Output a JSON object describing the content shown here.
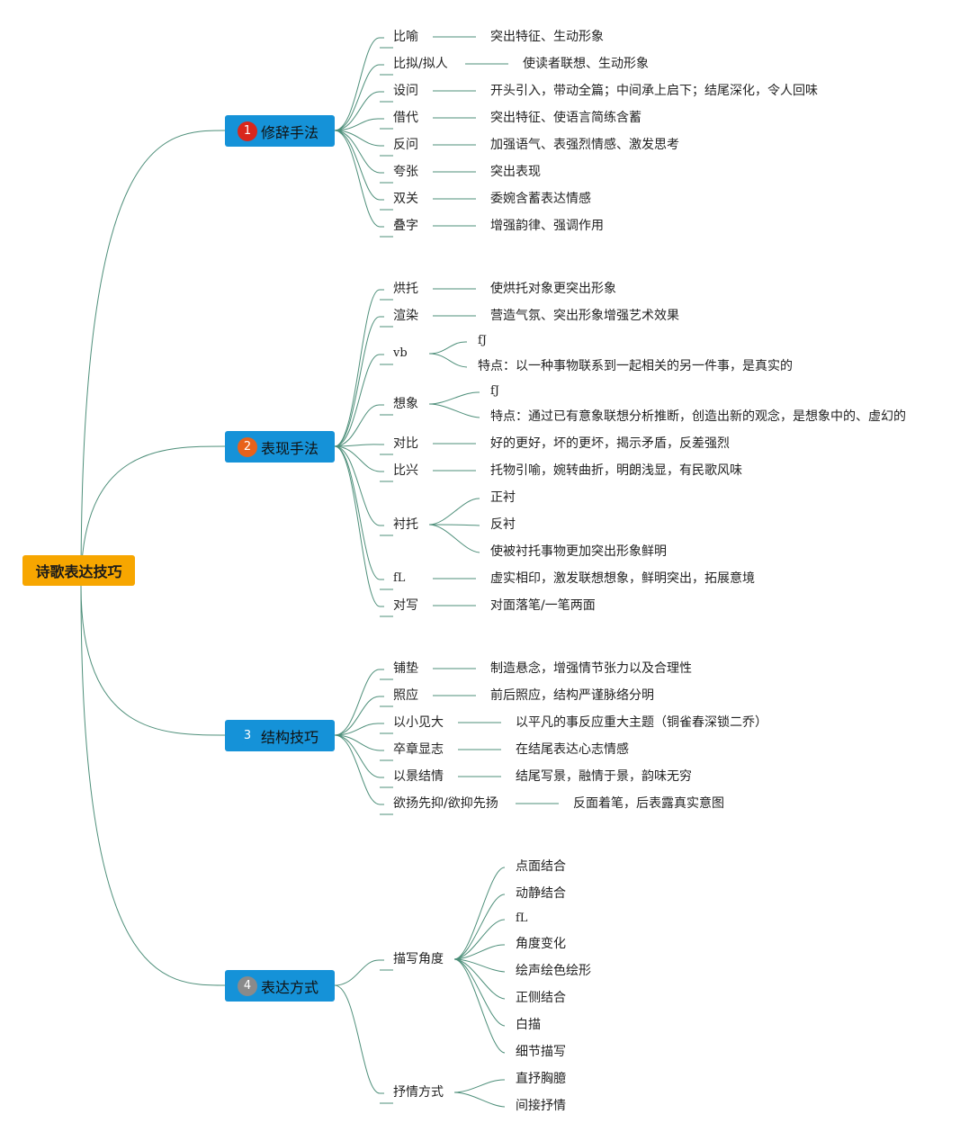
{
  "root": {
    "label": "诗歌表达技巧"
  },
  "branches": [
    {
      "label": "修辞手法",
      "badge": "1",
      "badge_color": "#d9261c",
      "items": [
        {
          "label": "比喻",
          "effect": "突出特征、生动形象"
        },
        {
          "label": "比拟/拟人",
          "effect": "使读者联想、生动形象"
        },
        {
          "label": "设问",
          "effect": "开头引入，带动全篇；中间承上启下；结尾深化，令人回味"
        },
        {
          "label": "借代",
          "effect": "突出特征、使语言简练含蓄"
        },
        {
          "label": "反问",
          "effect": "加强语气、表强烈情感、激发思考"
        },
        {
          "label": "夸张",
          "effect": "突出表现"
        },
        {
          "label": "双关",
          "effect": "委婉含蓄表达情感"
        },
        {
          "label": "叠字",
          "effect": "增强韵律、强调作用"
        }
      ]
    },
    {
      "label": "表现手法",
      "badge": "2",
      "badge_color": "#e8621a",
      "items": [
        {
          "label": "烘托",
          "effect": "使烘托对象更突出形象"
        },
        {
          "label": "渲染",
          "effect": "营造气氛、突出形象增强艺术效果"
        },
        {
          "label": "vb",
          "children": [
            "fJ",
            "特点：以一种事物联系到一起相关的另一件事，是真实的"
          ]
        },
        {
          "label": "想象",
          "children": [
            "fJ",
            "特点：通过已有意象联想分析推断，创造出新的观念，是想象中的、虚幻的"
          ]
        },
        {
          "label": "对比",
          "effect": "好的更好，坏的更坏，揭示矛盾，反差强烈"
        },
        {
          "label": "比兴",
          "effect": "托物引喻，婉转曲折，明朗浅显，有民歌风味"
        },
        {
          "label": "衬托",
          "children": [
            "正衬",
            "反衬",
            "使被衬托事物更加突出形象鲜明"
          ]
        },
        {
          "label": "fL",
          "effect": "虚实相印，激发联想想象，鲜明突出，拓展意境"
        },
        {
          "label": "对写",
          "effect": "对面落笔/一笔两面"
        }
      ]
    },
    {
      "label": "结构技巧",
      "badge": "3",
      "badge_color": "#1592d8",
      "items": [
        {
          "label": "铺垫",
          "effect": "制造悬念，增强情节张力以及合理性"
        },
        {
          "label": "照应",
          "effect": "前后照应，结构严谨脉络分明"
        },
        {
          "label": "以小见大",
          "effect": "以平凡的事反应重大主题（铜雀春深锁二乔）"
        },
        {
          "label": "卒章显志",
          "effect": "在结尾表达心志情感"
        },
        {
          "label": "以景结情",
          "effect": "结尾写景，融情于景，韵味无穷"
        },
        {
          "label": "欲扬先抑/欲抑先扬",
          "effect": "反面着笔，后表露真实意图"
        }
      ]
    },
    {
      "label": "表达方式",
      "badge": "4",
      "badge_color": "#8a8a8a",
      "items": [
        {
          "label": "描写角度",
          "children": [
            "点面结合",
            "动静结合",
            "fL",
            "角度变化",
            "绘声绘色绘形",
            "正侧结合",
            "白描",
            "细节描写"
          ]
        },
        {
          "label": "抒情方式",
          "children": [
            "直抒胸臆",
            "间接抒情"
          ]
        }
      ]
    }
  ],
  "colors": {
    "link": "#4e8f7a",
    "root_fill": "#f7a600",
    "branch_fill": "#1592d8"
  }
}
